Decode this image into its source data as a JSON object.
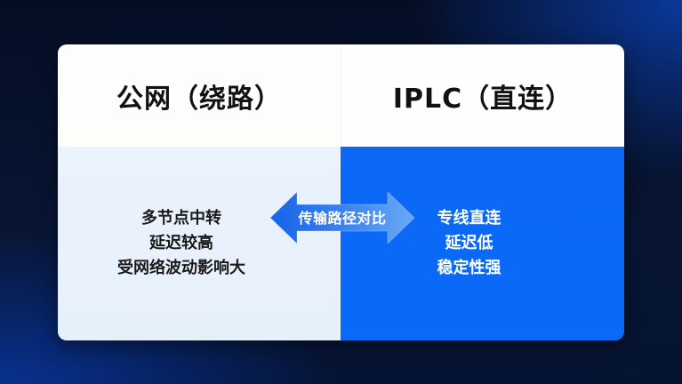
{
  "comparison": {
    "title": "传输路径对比",
    "left": {
      "heading": "公网（绕路）",
      "points": [
        "多节点中转",
        "延迟较高",
        "受网络波动影响大"
      ],
      "header_bg": "#fdfdfc",
      "body_bg": "#e8f1fc",
      "text_color": "#1a1a1a"
    },
    "right": {
      "heading": "IPLC（直连）",
      "points": [
        "专线直连",
        "延迟低",
        "稳定性强"
      ],
      "header_bg": "#fefefe",
      "body_bg": "#0b69f6",
      "text_color": "#ffffff"
    },
    "arrow": {
      "icon": "double-arrow-icon",
      "color_left": "#1c66e8",
      "color_right": "#5fa0f5"
    },
    "background": {
      "dark": "#061030",
      "accent": "#0a3a9e"
    }
  }
}
